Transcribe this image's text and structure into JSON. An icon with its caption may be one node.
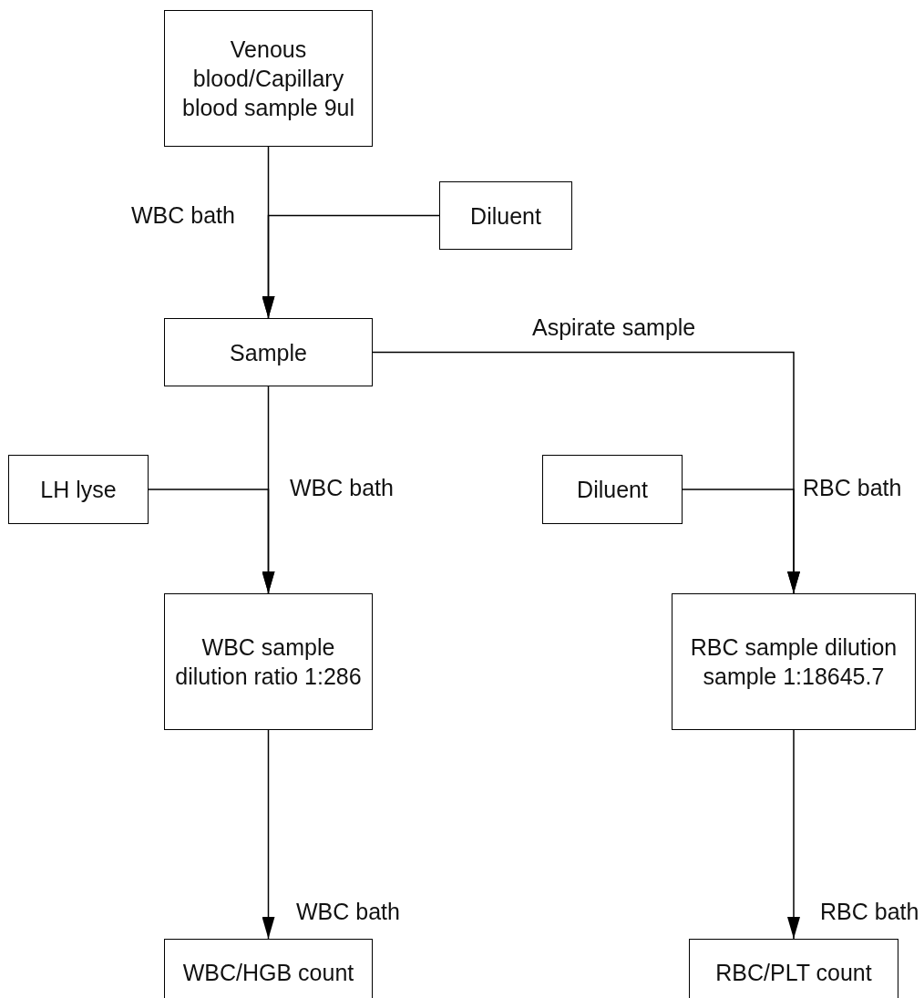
{
  "diagram": {
    "nodes": [
      {
        "text": [
          "Venous blood/Capillary blood sample 9ul"
        ]
      },
      {
        "text": [
          "Diluent"
        ]
      },
      {
        "text": [
          "Sample"
        ]
      },
      {
        "text": [
          "LH lyse"
        ]
      },
      {
        "text": [
          "Diluent"
        ]
      },
      {
        "text": [
          "WBC sample dilution ratio 1:286"
        ]
      },
      {
        "text": [
          "RBC sample dilution sample 1:18645.7"
        ]
      },
      {
        "text": [
          "WBC/HGB count"
        ]
      },
      {
        "text": [
          "RBC/PLT count"
        ]
      }
    ],
    "edges": [
      {
        "from": 0,
        "to": 2,
        "arrow": "to"
      },
      {
        "from": 1,
        "to": 2,
        "arrow": "to",
        "label": "WBC bath"
      },
      {
        "from": 2,
        "to": 5,
        "arrow": "to"
      },
      {
        "from": 3,
        "to": 5,
        "arrow": "to",
        "label": "WBC bath"
      },
      {
        "from": 2,
        "to": 6,
        "arrow": "to",
        "label": "Aspirate sample"
      },
      {
        "from": 4,
        "to": 6,
        "arrow": "to",
        "label": "RBC bath"
      },
      {
        "from": 5,
        "to": 7,
        "arrow": "to",
        "label": "WBC bath"
      },
      {
        "from": 6,
        "to": 8,
        "arrow": "to",
        "label": "RBC bath"
      }
    ]
  }
}
